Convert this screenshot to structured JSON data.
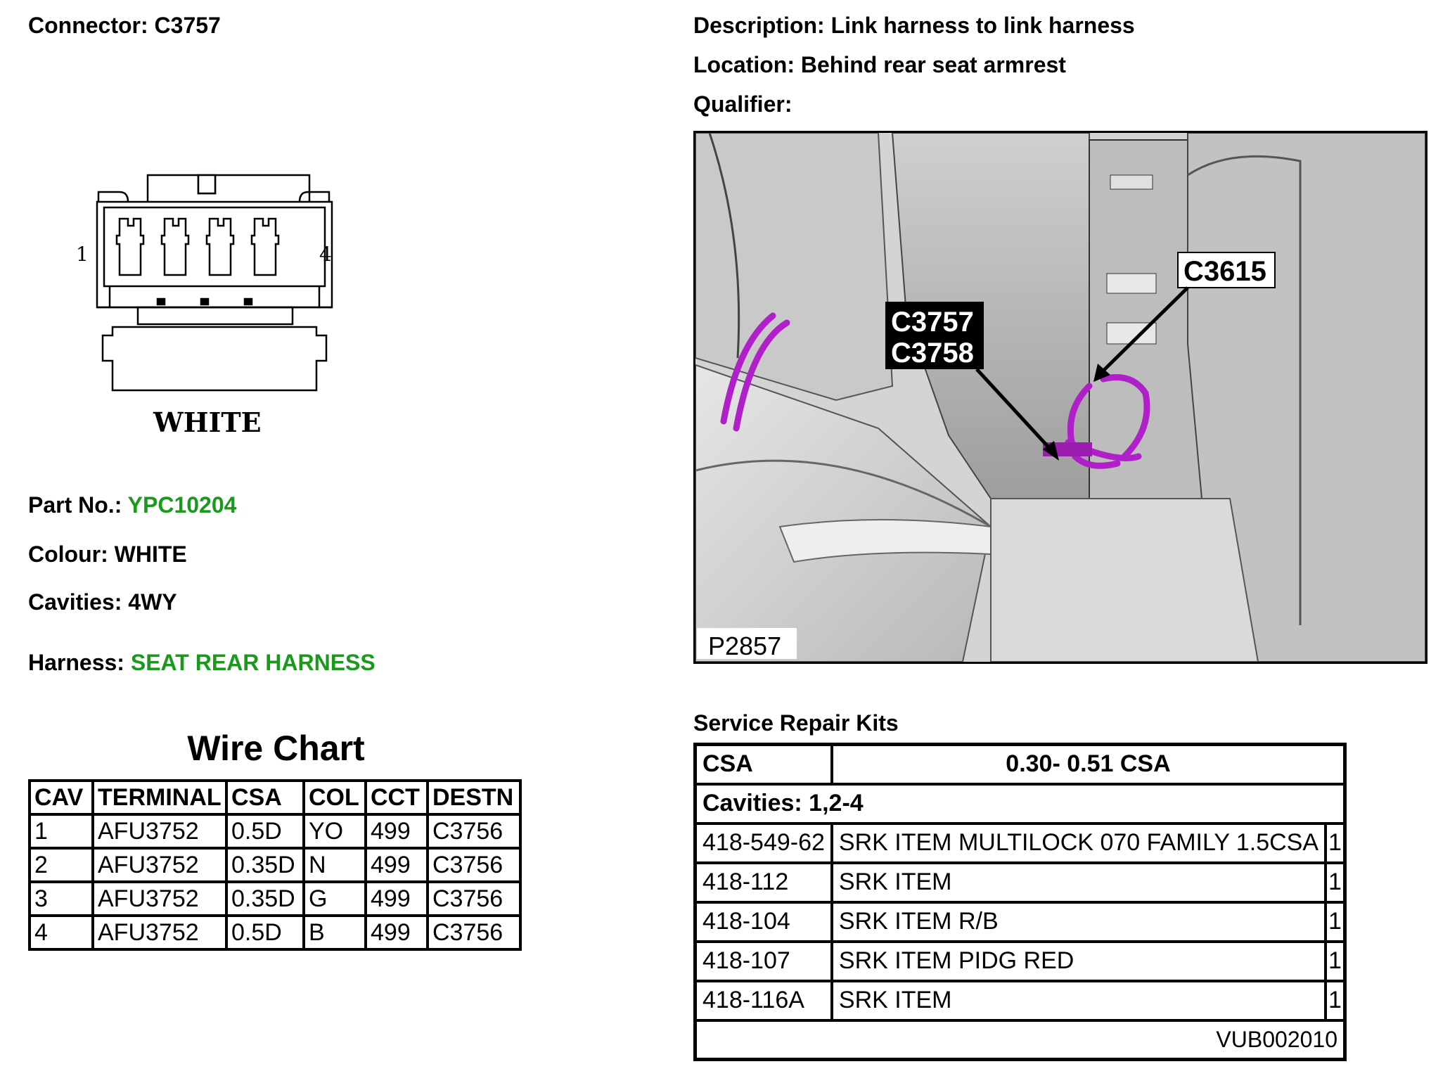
{
  "connector": {
    "label": "Connector:",
    "value": "C3757",
    "diagram_colour_label": "WHITE",
    "pin_first": "1",
    "pin_last": "4"
  },
  "description": {
    "label": "Description:",
    "value": "Link harness to link harness"
  },
  "location": {
    "label": "Location:",
    "value": "Behind rear seat armrest"
  },
  "qualifier": {
    "label": "Qualifier:",
    "value": ""
  },
  "part_no": {
    "label": "Part No.:",
    "value": "YPC10204"
  },
  "colour": {
    "label": "Colour:",
    "value": "WHITE"
  },
  "cavities": {
    "label": "Cavities:",
    "value": "4WY"
  },
  "harness": {
    "label": "Harness:",
    "value": "SEAT REAR HARNESS"
  },
  "colors": {
    "link_green": "#1a9a1a",
    "harness_purple": "#b020c8"
  },
  "wire_chart": {
    "title": "Wire Chart",
    "columns": [
      "CAV",
      "TERMINAL",
      "CSA",
      "COL",
      "CCT",
      "DESTN"
    ],
    "rows": [
      [
        "1",
        "AFU3752",
        "0.5D",
        "YO",
        "499",
        "C3756"
      ],
      [
        "2",
        "AFU3752",
        "0.35D",
        "N",
        "499",
        "C3756"
      ],
      [
        "3",
        "AFU3752",
        "0.35D",
        "G",
        "499",
        "C3756"
      ],
      [
        "4",
        "AFU3752",
        "0.5D",
        "B",
        "499",
        "C3756"
      ]
    ]
  },
  "photo": {
    "callout_a_line1": "C3757",
    "callout_a_line2": "C3758",
    "callout_b": "C3615",
    "figure_id": "P2857"
  },
  "service_kits": {
    "title": "Service Repair Kits",
    "csa_label": "CSA",
    "csa_value": "0.30- 0.51 CSA",
    "cavities_row": "Cavities: 1,2-4",
    "items": [
      [
        "418-549-62",
        "SRK ITEM MULTILOCK 070 FAMILY 1.5CSA",
        "1"
      ],
      [
        "418-112",
        "SRK ITEM",
        "1"
      ],
      [
        "418-104",
        "SRK ITEM R/B",
        "1"
      ],
      [
        "418-107",
        "SRK ITEM PIDG RED",
        "1"
      ],
      [
        "418-116A",
        "SRK ITEM",
        "1"
      ]
    ],
    "footer_code": "VUB002010"
  }
}
